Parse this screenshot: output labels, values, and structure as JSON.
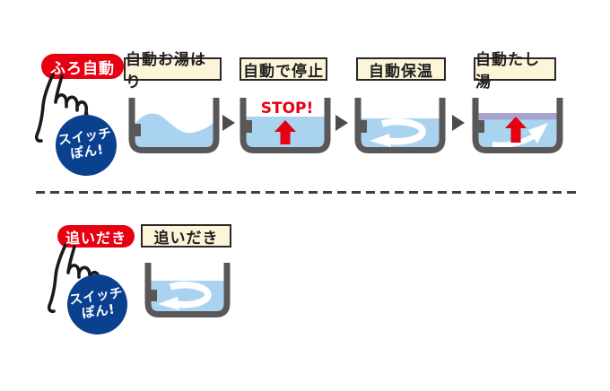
{
  "colors": {
    "accent_red": "#e60012",
    "water_blue": "#a9d3ee",
    "tub_gray": "#595757",
    "label_cream": "#fbf6d9",
    "switch_navy": "#0a418f",
    "refill_purple": "#a9a3d0"
  },
  "auto": {
    "button_label": "ふろ自動",
    "switch_note_line1": "スイッチ",
    "switch_note_line2": "ぽん!",
    "stop_text": "STOP!",
    "steps": [
      {
        "label": "自動お湯はり"
      },
      {
        "label": "自動で停止"
      },
      {
        "label": "自動保温"
      },
      {
        "label": "自動たし湯"
      }
    ]
  },
  "reheat": {
    "button_label": "追いだき",
    "step_label": "追いだき",
    "switch_note_line1": "スイッチ",
    "switch_note_line2": "ぽん!"
  }
}
